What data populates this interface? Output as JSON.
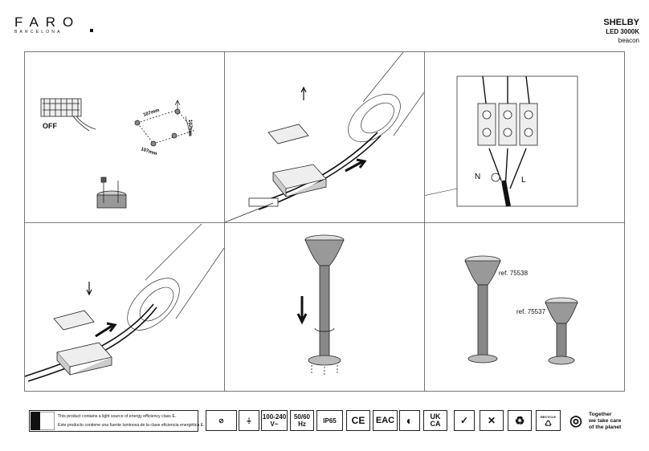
{
  "brand": {
    "name": "FARO",
    "city": "BARCELONA"
  },
  "product": {
    "name": "SHELBY",
    "spec": "LED 3000K",
    "type": "beacon"
  },
  "steps": {
    "switch_label": "OFF",
    "dim_h1": "107mm",
    "dim_h2": "107mm",
    "dim_v": "107mm",
    "terminal_labels": [
      "N",
      "L"
    ]
  },
  "refs": [
    "ref. 75538",
    "ref. 75537"
  ],
  "footer": {
    "energy_class": "E",
    "energy_text_en": "This product contains a light source of energy efficiency class E.",
    "energy_text_es": "Este producto contiene una fuente luminosa de la clase eficiencia energética E.",
    "voltage": "100-240",
    "voltage_unit": "V~",
    "freq": "50/60",
    "freq_unit": "Hz",
    "ip": "IP65",
    "ce": "CE",
    "eac": "EAC",
    "ukca_top": "UK",
    "ukca_bottom": "CA",
    "recycle_label": "RECYCLE",
    "care": [
      "Together",
      "we take care",
      "of the planet"
    ]
  }
}
